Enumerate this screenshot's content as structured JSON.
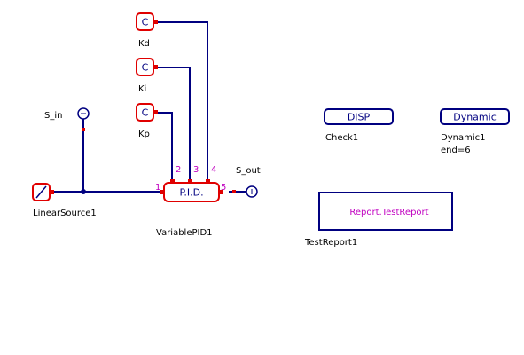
{
  "colors": {
    "wire": "#000080",
    "block_outline": "#000080",
    "const_outline": "#e00000",
    "pin_number": "#c000c0",
    "report_text": "#c000c0",
    "port": "#e00000"
  },
  "constants": [
    {
      "symbol": "C",
      "label": "Kd"
    },
    {
      "symbol": "C",
      "label": "Ki"
    },
    {
      "symbol": "C",
      "label": "Kp"
    }
  ],
  "inputs": {
    "s_in_label": "S_in",
    "s_out_label": "S_out",
    "linear_source_label": "LinearSource1"
  },
  "pid": {
    "text": "P.I.D.",
    "label": "VariablePID1",
    "pins": [
      "1",
      "2",
      "3",
      "4",
      "5"
    ]
  },
  "check": {
    "text": "DISP",
    "label": "Check1"
  },
  "dynamic": {
    "text": "Dynamic",
    "label": "Dynamic1",
    "param": "end=6"
  },
  "report": {
    "text": "Report.TestReport",
    "label": "TestReport1"
  }
}
